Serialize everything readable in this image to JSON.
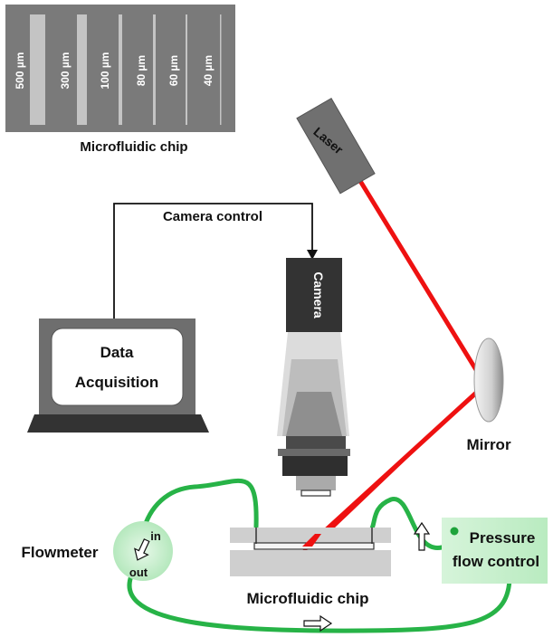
{
  "inset": {
    "title": "Microfluidic chip",
    "channels": [
      "500 µm",
      "300 µm",
      "100 µm",
      "80 µm",
      "60 µm",
      "40 µm"
    ]
  },
  "labels": {
    "laser": "Laser",
    "camera_control": "Camera control",
    "camera": "Camera",
    "data_acquisition_line1": "Data",
    "data_acquisition_line2": "Acquisition",
    "mirror": "Mirror",
    "flowmeter": "Flowmeter",
    "flow_in": "in",
    "flow_out": "out",
    "pressure_line1": "Pressure",
    "pressure_line2": "flow control",
    "chip": "Microfluidic chip"
  },
  "colors": {
    "laser_beam": "#ee1111",
    "tubing": "#27b347",
    "inset_bg": "#7a7a7a",
    "laser_body": "#707070",
    "camera_body": "#333333",
    "laptop_frame": "#6e6e6e",
    "flow_box": "#c7efcc"
  }
}
